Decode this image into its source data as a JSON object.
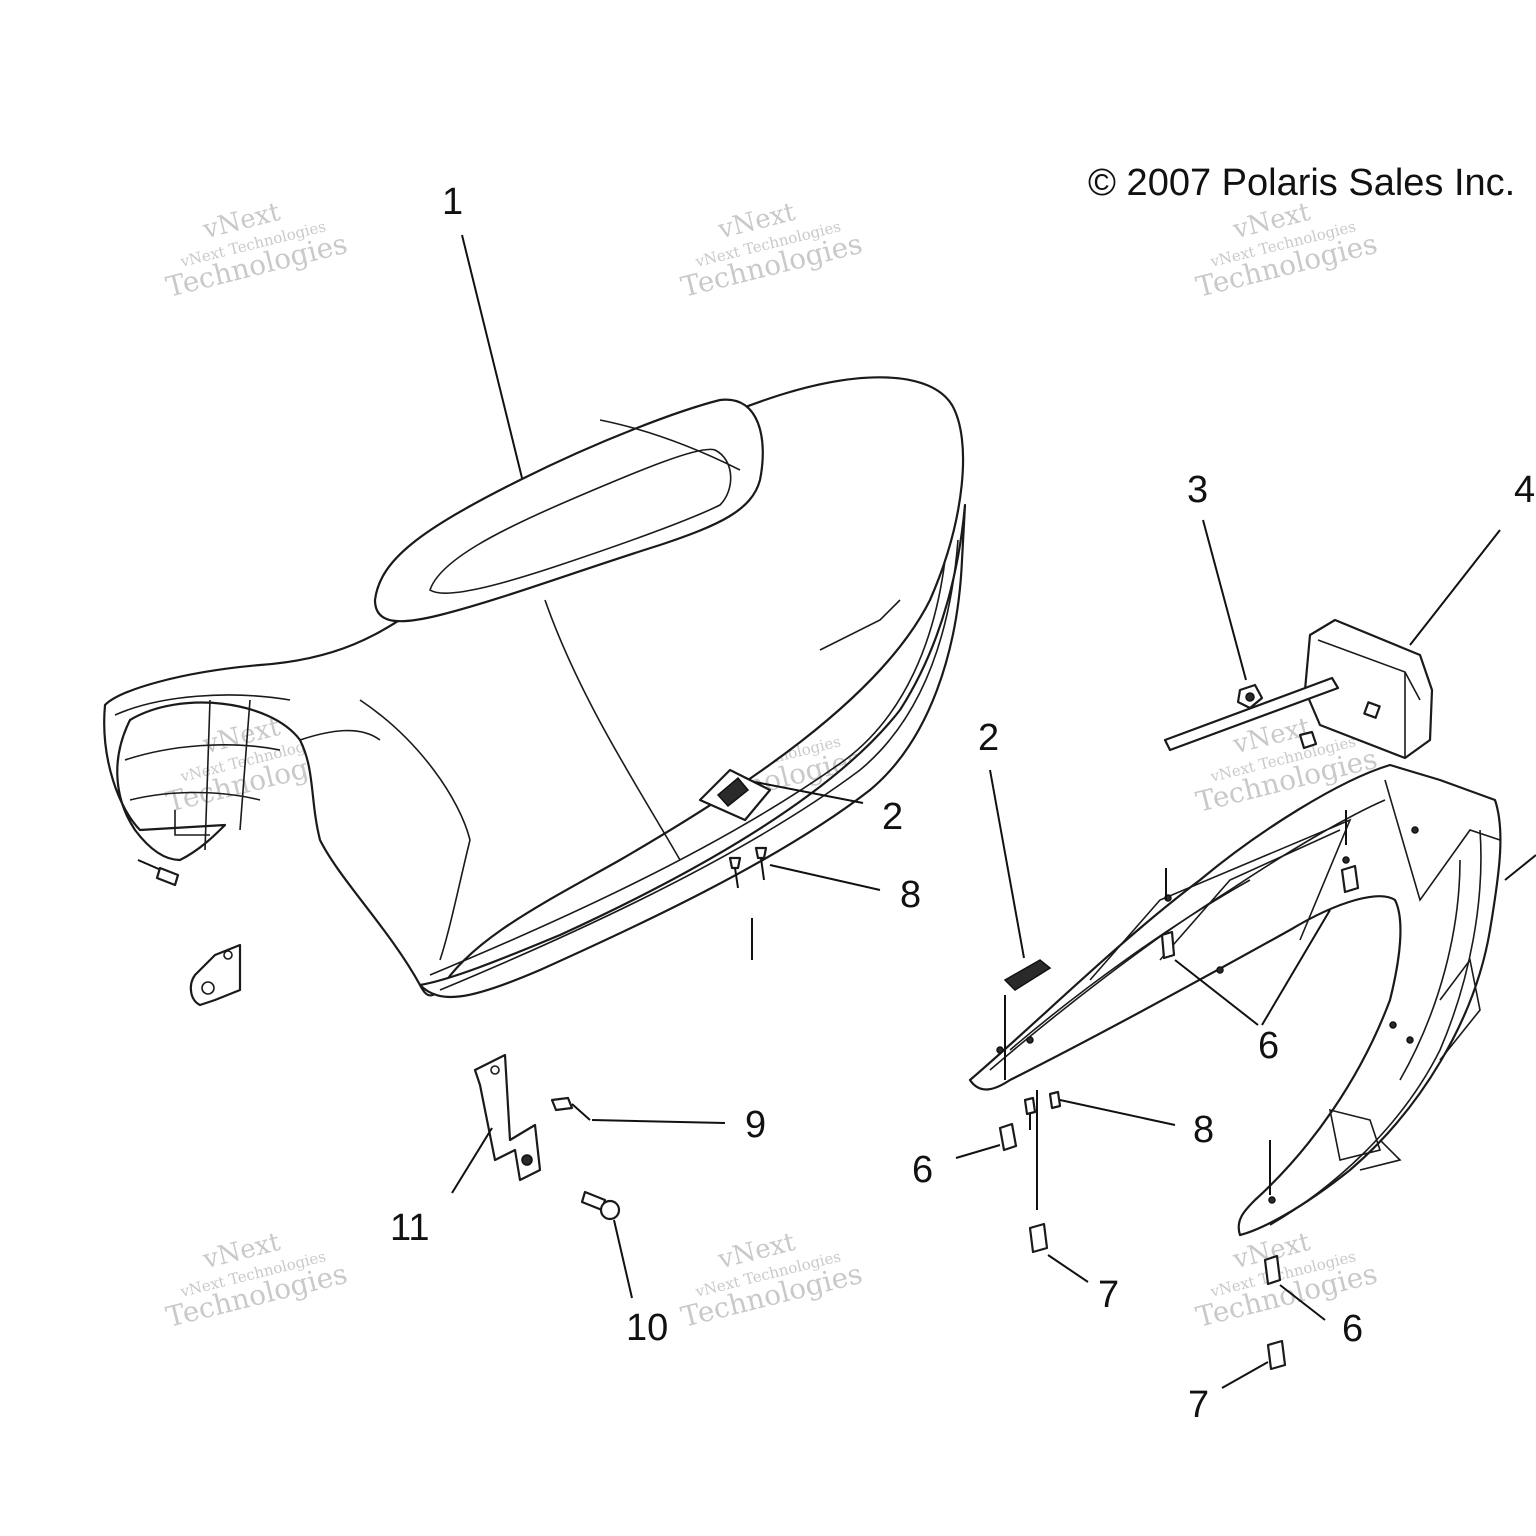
{
  "copyright": "© 2007 Polaris Sales Inc.",
  "watermark": {
    "line1": "vNext",
    "line2": "vNext Technologies",
    "line3": "Technologies"
  },
  "callouts": {
    "c1": "1",
    "c2a": "2",
    "c2b": "2",
    "c3": "3",
    "c4": "4",
    "c6a": "6",
    "c6b": "6",
    "c6c": "6",
    "c7a": "7",
    "c7b": "7",
    "c8a": "8",
    "c8b": "8",
    "c9": "9",
    "c10": "10",
    "c11": "11"
  },
  "colors": {
    "line": "#1a1a1a",
    "watermark": "#b8b8b8",
    "background": "#ffffff"
  }
}
